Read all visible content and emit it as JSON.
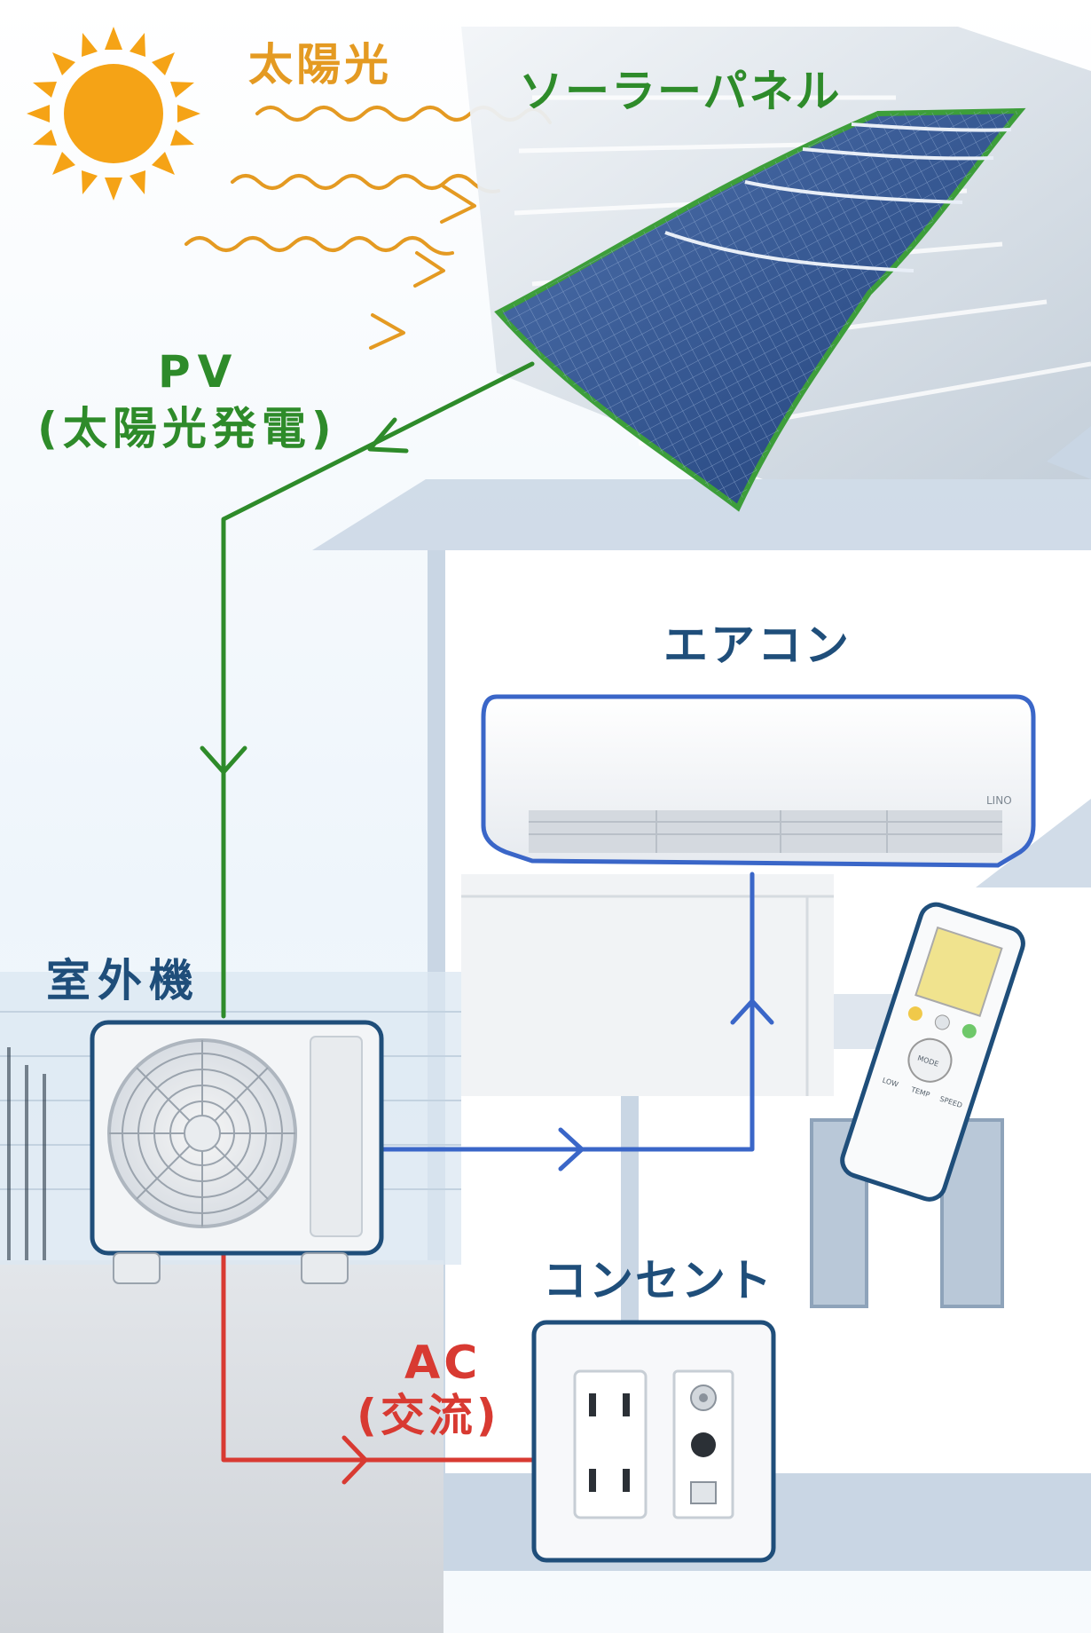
{
  "labels": {
    "sunlight": "太陽光",
    "solar_panel": "ソーラーパネル",
    "pv_line1": "PV",
    "pv_line2": "(太陽光発電)",
    "air_conditioner": "エアコン",
    "outdoor_unit": "室外機",
    "outlet": "コンセント",
    "ac_line1": "AC",
    "ac_line2": "(交流)"
  },
  "air_conditioner_brand": "LINO",
  "remote_buttons": [
    "MODE",
    "LOW",
    "TEMP",
    "SPEED"
  ],
  "colors": {
    "pv_line": "#2e8b2a",
    "unit_line": "#3a66c8",
    "ac_line": "#d83a32",
    "sun": "#f5a316",
    "sun_rays": "#e49a22",
    "outline": "#1f4e7a",
    "house": "#c9d6e4"
  },
  "icons": {
    "sun": "sun-icon",
    "sun_rays": "wavy-arrow-icon",
    "solar_panel": "solar-panel-icon",
    "air_conditioner": "air-conditioner-icon",
    "remote": "remote-control-icon",
    "outdoor_unit": "outdoor-unit-icon",
    "outlet": "wall-outlet-icon"
  }
}
